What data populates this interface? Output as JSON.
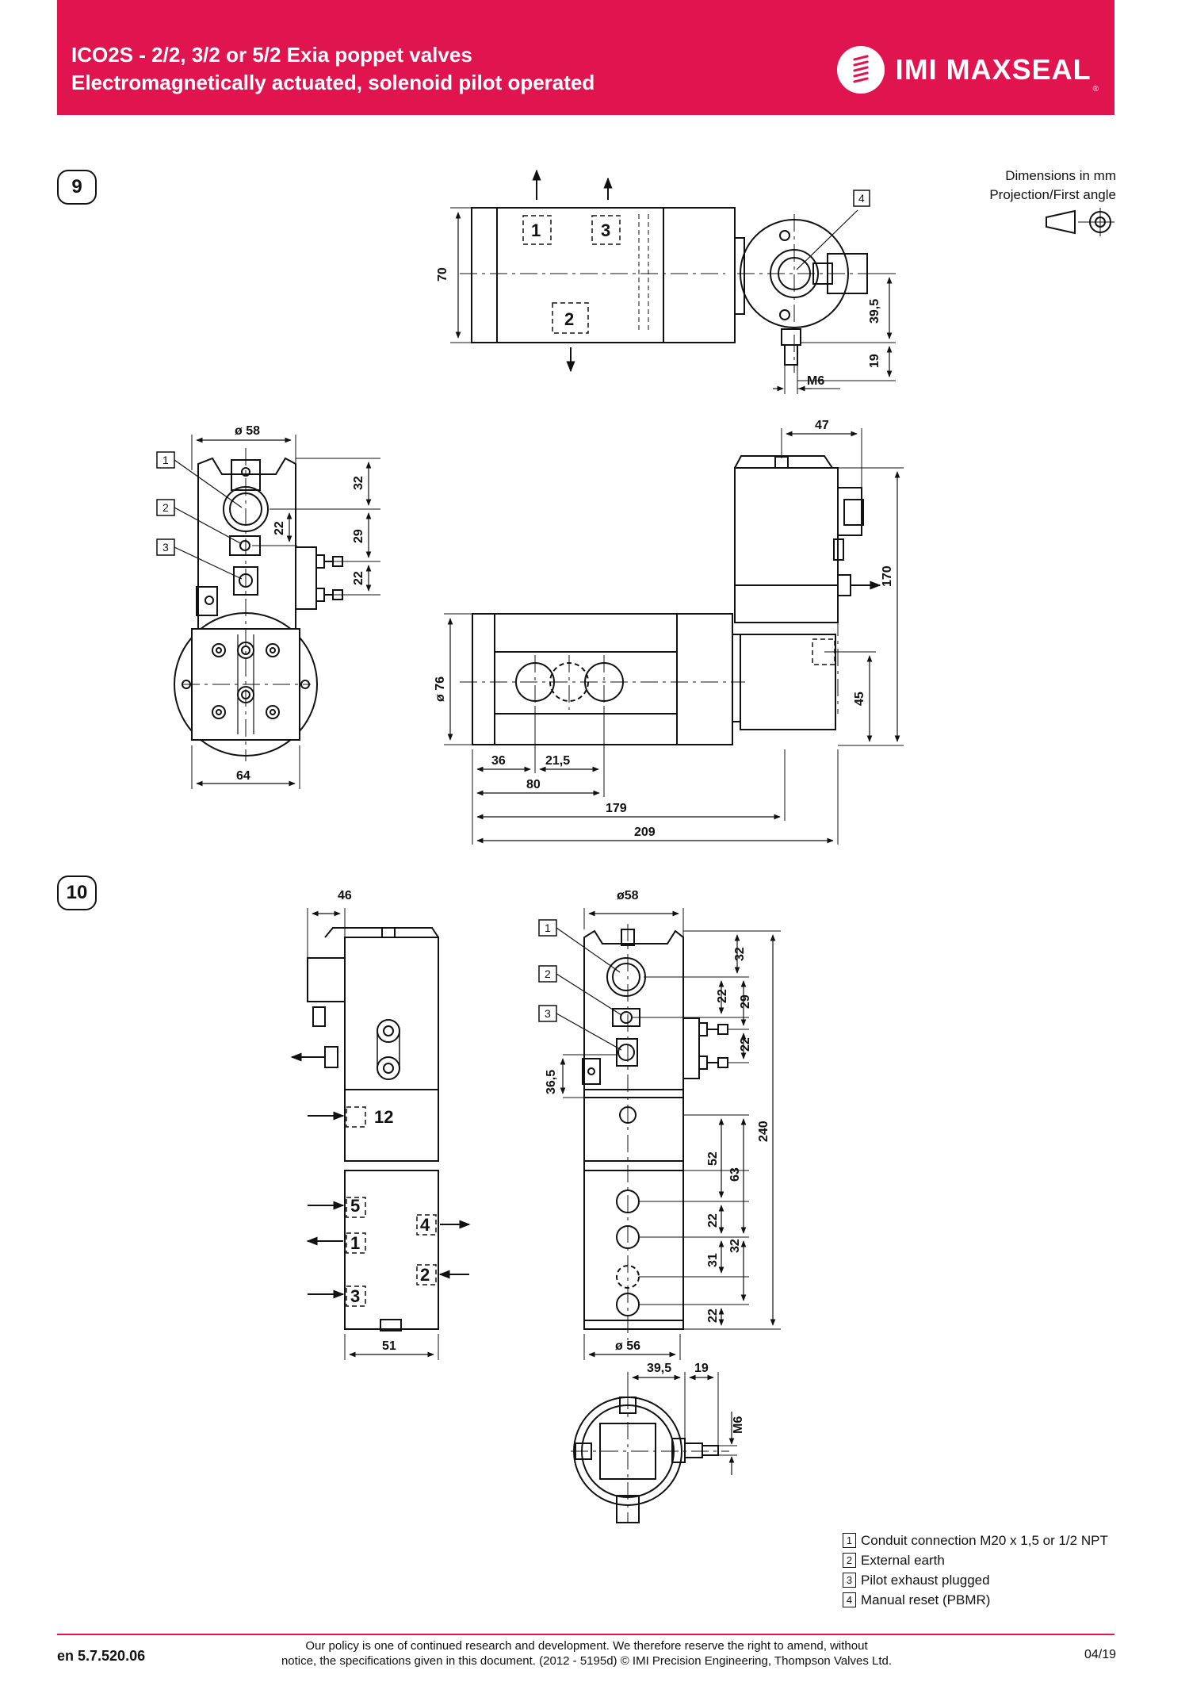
{
  "header": {
    "title_line1": "ICO2S - 2/2, 3/2 or 5/2 Exia poppet valves",
    "title_line2": "Electromagnetically actuated, solenoid pilot operated",
    "brand": "IMI MAXSEAL",
    "brand_reg": "®"
  },
  "notes": {
    "dimensions": "Dimensions in mm",
    "projection": "Projection/First angle"
  },
  "figures": {
    "fig9": {
      "number": "9",
      "dims": [
        "70",
        "39,5",
        "19",
        "M6",
        "ø 58",
        "32",
        "29",
        "22",
        "22",
        "64",
        "47",
        "170",
        "45",
        "ø 76",
        "36",
        "21,5",
        "80",
        "179",
        "209"
      ],
      "ports": [
        "1",
        "3",
        "2"
      ],
      "callouts": [
        "4",
        "1",
        "2",
        "3"
      ]
    },
    "fig10": {
      "number": "10",
      "dims": [
        "46",
        "51",
        "ø58",
        "32",
        "22",
        "29",
        "22",
        "36,5",
        "240",
        "52",
        "63",
        "22",
        "32",
        "31",
        "22",
        "ø 56",
        "39,5",
        "19",
        "M6"
      ],
      "ports": [
        "12",
        "5",
        "4",
        "1",
        "2",
        "3"
      ],
      "callouts": [
        "1",
        "2",
        "3"
      ]
    }
  },
  "legend": [
    {
      "num": "1",
      "text": "Conduit connection M20 x 1,5 or 1/2 NPT"
    },
    {
      "num": "2",
      "text": "External earth"
    },
    {
      "num": "3",
      "text": "Pilot exhaust plugged"
    },
    {
      "num": "4",
      "text": "Manual reset (PBMR)"
    }
  ],
  "footer": {
    "code": "en 5.7.520.06",
    "policy_line1": "Our policy is one of continued research and development. We therefore reserve the right to amend, without",
    "policy_line2": "notice, the specifications given in this document. (2012 - 5195d) © IMI Precision Engineering, Thompson Valves Ltd.",
    "date": "04/19"
  },
  "colors": {
    "accent": "#e0144f",
    "line": "#111111"
  }
}
